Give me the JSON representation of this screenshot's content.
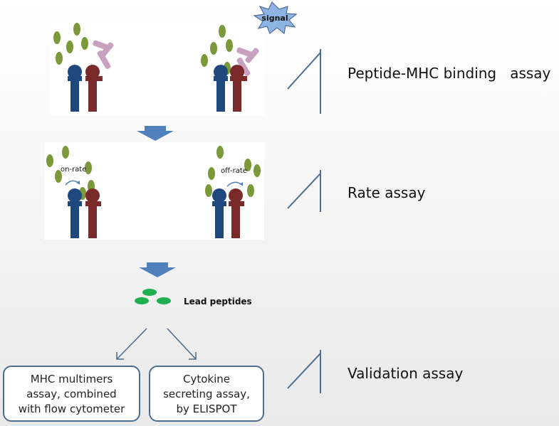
{
  "signal_label": "signal",
  "rate_labels": {
    "on": "on-rate",
    "off": "off-rate"
  },
  "lead_label": "Lead peptides",
  "assays": {
    "binding": "Peptide-MHC binding   assay",
    "rate": "Rate assay",
    "validation": "Validation assay"
  },
  "boxes": {
    "multimers": [
      "MHC multimers",
      "assay,  combined",
      "with flow cytometer"
    ],
    "cytokine": [
      "Cytokine",
      "secreting assay,",
      "by ELISPOT"
    ]
  },
  "colors": {
    "peptide": "#7a9a3a",
    "mhc_blue": "#1f497d",
    "mhc_red": "#7b2a2a",
    "antibody": "#c8a0c0",
    "arrow": "#4f81bd",
    "lead": "#1eb050",
    "signal": "#8db4e2"
  }
}
